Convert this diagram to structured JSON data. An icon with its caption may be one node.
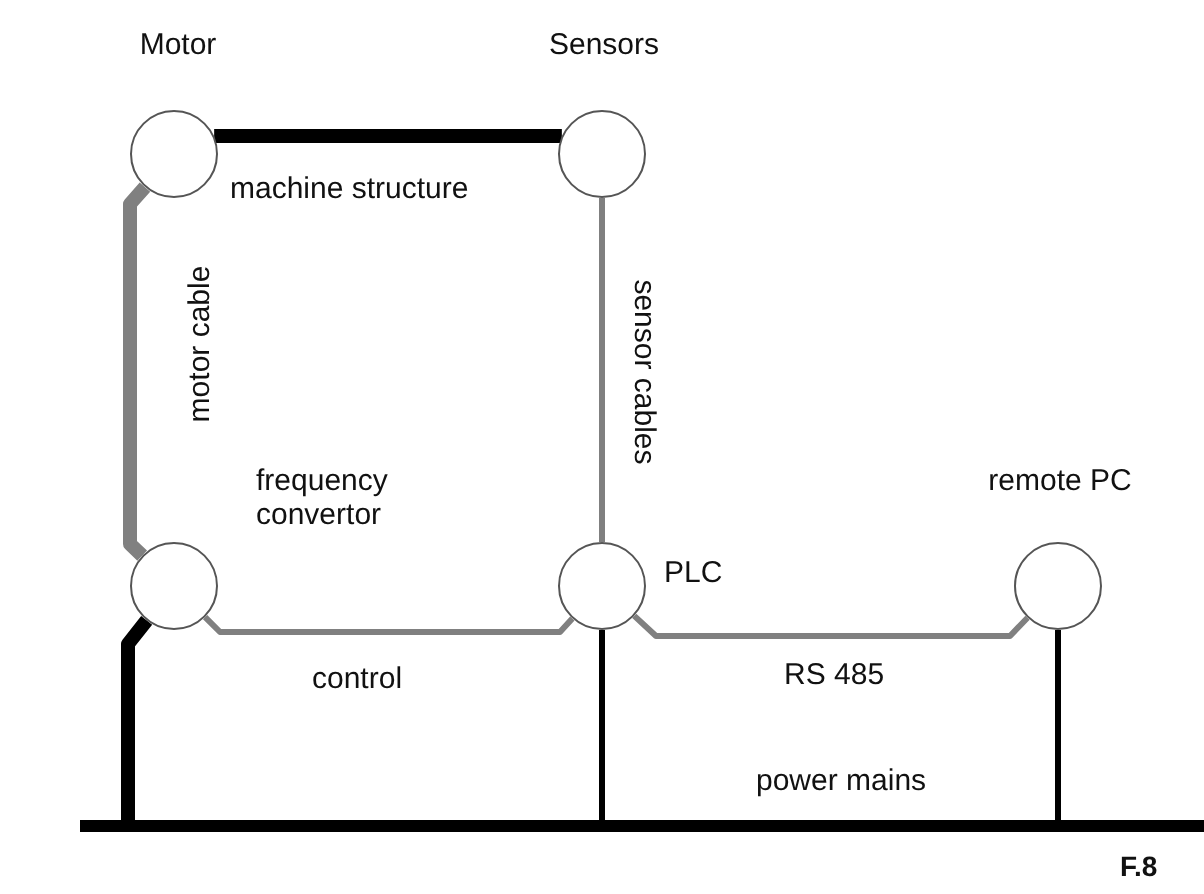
{
  "diagram": {
    "nodes": [
      {
        "text": [
          "Motor"
        ]
      },
      {
        "text": [
          "Sensors"
        ]
      },
      {
        "text": [
          "frequency convertor"
        ]
      },
      {
        "text": [
          "PLC"
        ]
      },
      {
        "text": [
          "remote PC"
        ]
      },
      {
        "text": [
          "power mains"
        ]
      }
    ],
    "edges": [
      {
        "from": 0,
        "to": 1,
        "arrow": "none",
        "label": "machine structure",
        "style": "thick"
      },
      {
        "from": 0,
        "to": 2,
        "arrow": "none",
        "label": "motor cable",
        "style": "thick",
        "color": "#808080"
      },
      {
        "from": 1,
        "to": 3,
        "arrow": "none",
        "label": "sensor cables",
        "color": "#808080"
      },
      {
        "from": 2,
        "to": 3,
        "arrow": "none",
        "label": "control",
        "color": "#808080"
      },
      {
        "from": 3,
        "to": 4,
        "arrow": "none",
        "label": "RS 485",
        "color": "#808080"
      },
      {
        "from": 2,
        "to": 5,
        "arrow": "none",
        "style": "thick"
      },
      {
        "from": 3,
        "to": 5,
        "arrow": "none"
      },
      {
        "from": 4,
        "to": 5,
        "arrow": "none"
      }
    ],
    "labels": [
      "F.8"
    ]
  }
}
